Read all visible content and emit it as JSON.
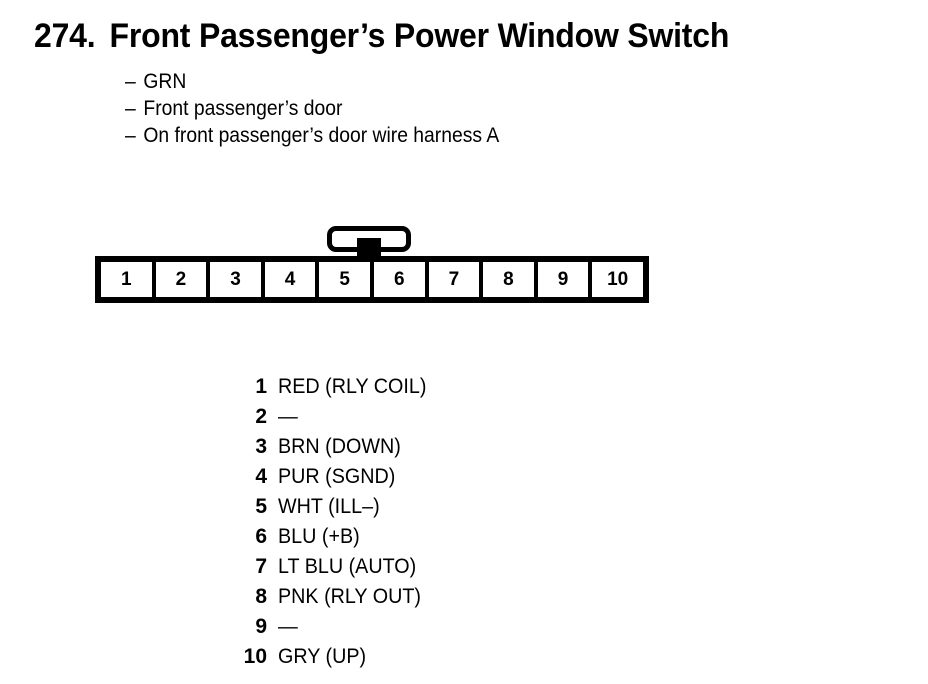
{
  "header": {
    "number": "274.",
    "title": "Front Passenger’s Power Window Switch",
    "bullets": [
      {
        "dash": "–",
        "text": "GRN"
      },
      {
        "dash": "–",
        "text": "Front passenger’s door"
      },
      {
        "dash": "–",
        "text": "On front passenger’s door wire harness A"
      }
    ]
  },
  "connector": {
    "cells": [
      "1",
      "2",
      "3",
      "4",
      "5",
      "6",
      "7",
      "8",
      "9",
      "10"
    ],
    "tab_name": "locking-tab"
  },
  "pin_list": [
    {
      "num": "1",
      "label": "RED (RLY COIL)"
    },
    {
      "num": "2",
      "label": "—"
    },
    {
      "num": "3",
      "label": "BRN (DOWN)"
    },
    {
      "num": "4",
      "label": "PUR (SGND)"
    },
    {
      "num": "5",
      "label": "WHT (ILL–)"
    },
    {
      "num": "6",
      "label": "BLU (+B)"
    },
    {
      "num": "7",
      "label": "LT BLU (AUTO)"
    },
    {
      "num": "8",
      "label": "PNK (RLY OUT)"
    },
    {
      "num": "9",
      "label": "—"
    },
    {
      "num": "10",
      "label": "GRY (UP)"
    }
  ],
  "colors": {
    "ink": "#000000",
    "background": "#ffffff"
  }
}
